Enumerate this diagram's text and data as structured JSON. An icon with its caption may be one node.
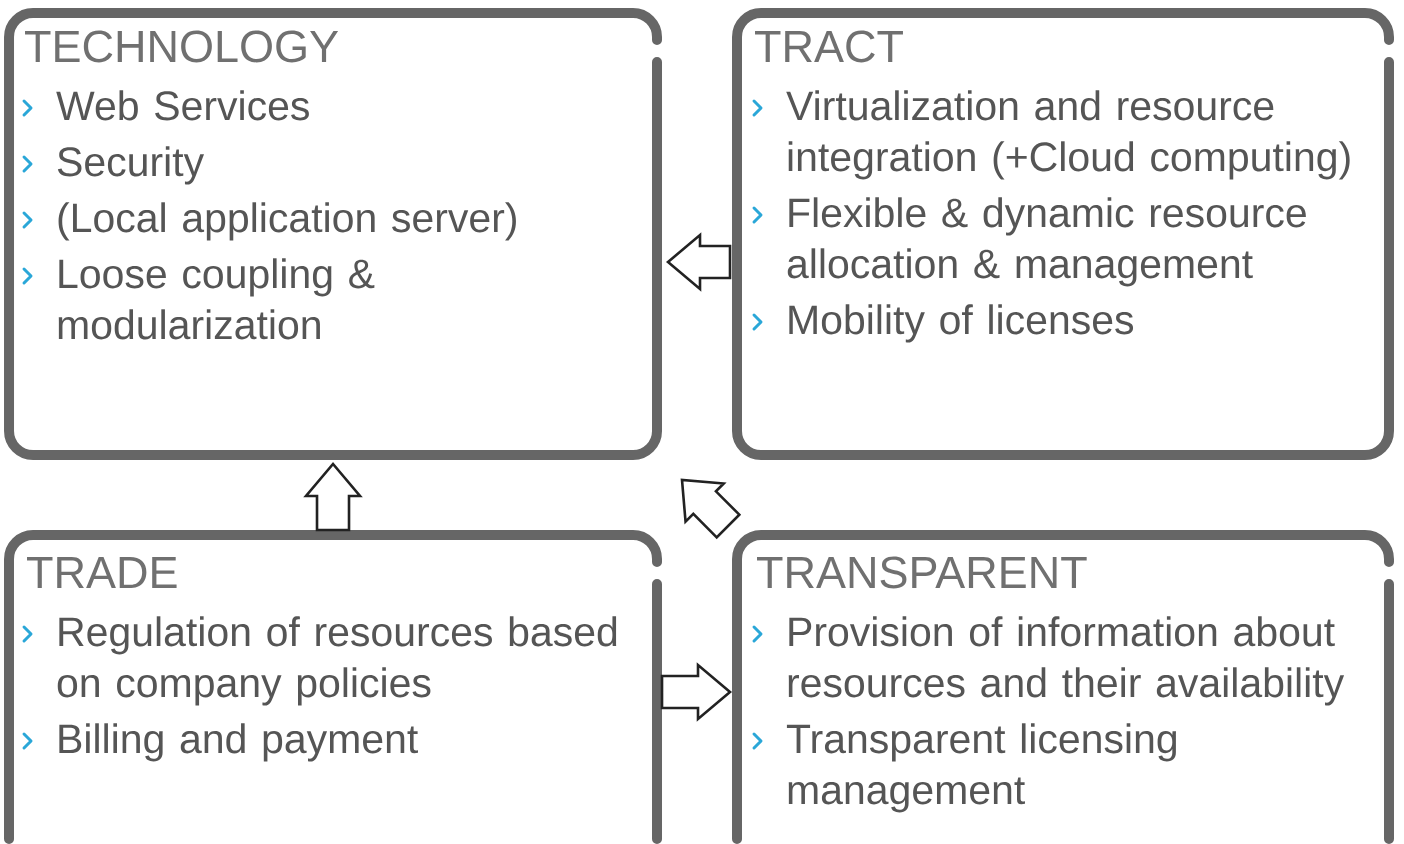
{
  "diagram": {
    "nodes": [
      {
        "text": [
          "TECHNOLOGY",
          "Web Services",
          "Security",
          "(Local application server)",
          "Loose coupling & modularization"
        ]
      },
      {
        "text": [
          "TRACT",
          "Virtualization and resource integration (+Cloud computing)",
          "Flexible & dynamic resource allocation & management",
          "Mobility of licenses"
        ]
      },
      {
        "text": [
          "TRADE",
          "Regulation of resources based on company policies",
          "Billing and payment"
        ]
      },
      {
        "text": [
          "TRANSPARENT",
          "Provision of information about resources and their availability",
          "Transparent licensing management"
        ]
      }
    ],
    "edges": [
      {
        "from": 1,
        "to": 0,
        "arrow": "to"
      },
      {
        "from": 2,
        "to": 0,
        "arrow": "to"
      },
      {
        "from": 3,
        "to": 0,
        "arrow": "to"
      },
      {
        "from": 2,
        "to": 3,
        "arrow": "to"
      }
    ]
  }
}
